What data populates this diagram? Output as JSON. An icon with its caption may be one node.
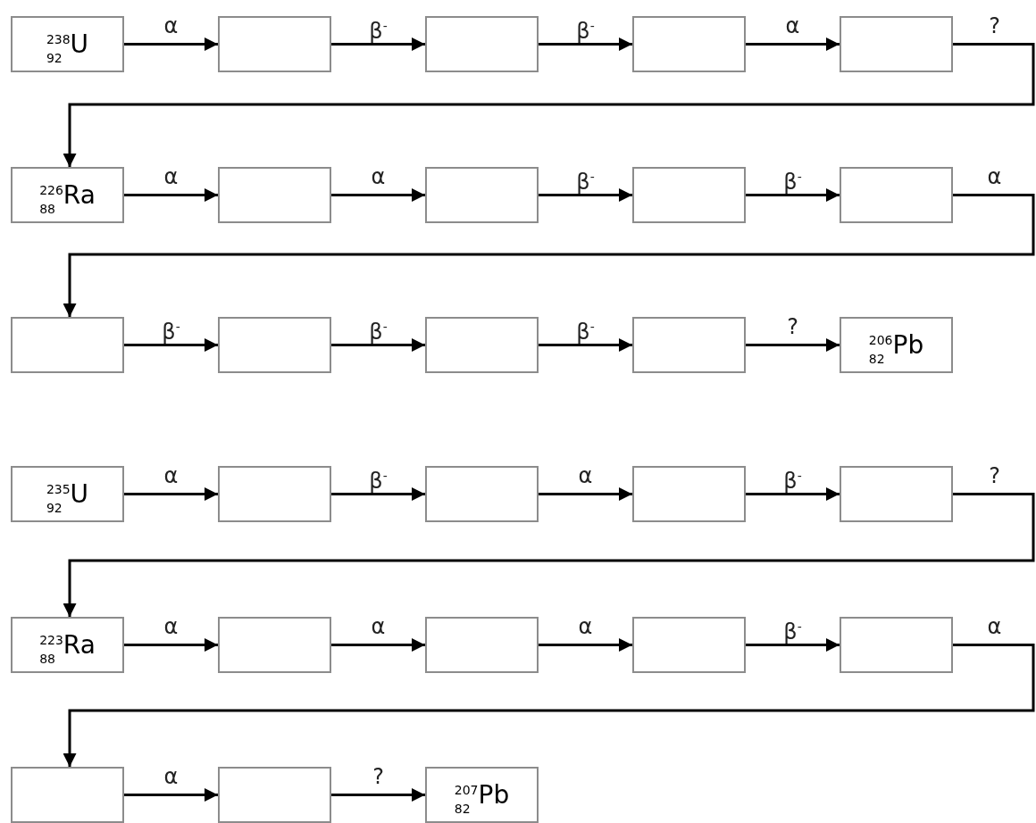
{
  "diagram": {
    "nodes": [
      {
        "text": [
          "$^{238}$$_{92}$U"
        ]
      },
      {
        "text": [],
        "shape": "box"
      },
      {
        "text": [],
        "shape": "box"
      },
      {
        "text": [],
        "shape": "box"
      },
      {
        "text": [],
        "shape": "box"
      },
      {
        "text": [
          "$^{226}$$_{88}$Ra"
        ]
      },
      {
        "text": [],
        "shape": "box"
      },
      {
        "text": [],
        "shape": "box"
      },
      {
        "text": [],
        "shape": "box"
      },
      {
        "text": [],
        "shape": "box"
      },
      {
        "text": [],
        "shape": "box"
      },
      {
        "text": [],
        "shape": "box"
      },
      {
        "text": [],
        "shape": "box"
      },
      {
        "text": [],
        "shape": "box"
      },
      {
        "text": [
          "$^{206}$$_{82}$Pb"
        ]
      },
      {
        "text": [
          "$^{235}$$_{92}$U"
        ]
      },
      {
        "text": [],
        "shape": "box"
      },
      {
        "text": [],
        "shape": "box"
      },
      {
        "text": [],
        "shape": "box"
      },
      {
        "text": [],
        "shape": "box"
      },
      {
        "text": [
          "$^{223}$$_{88}$Ra"
        ]
      },
      {
        "text": [],
        "shape": "box"
      },
      {
        "text": [],
        "shape": "box"
      },
      {
        "text": [],
        "shape": "box"
      },
      {
        "text": [],
        "shape": "box"
      },
      {
        "text": [],
        "shape": "box"
      },
      {
        "text": [],
        "shape": "box"
      },
      {
        "text": [
          "$^{207}$$_{82}$Pb"
        ]
      }
    ],
    "edges": [
      {
        "from": 0,
        "to": 1,
        "arrow": "to",
        "label": "α"
      },
      {
        "from": 1,
        "to": 2,
        "arrow": "to",
        "label": "β$^{-}$"
      },
      {
        "from": 2,
        "to": 3,
        "arrow": "to",
        "label": "β$^{-}$"
      },
      {
        "from": 3,
        "to": 4,
        "arrow": "to",
        "label": "α"
      },
      {
        "from": 4,
        "to": 5,
        "arrow": "to",
        "label": "?"
      },
      {
        "from": 5,
        "to": 6,
        "arrow": "to",
        "label": "α"
      },
      {
        "from": 6,
        "to": 7,
        "arrow": "to",
        "label": "α"
      },
      {
        "from": 7,
        "to": 8,
        "arrow": "to",
        "label": "β$^{-}$"
      },
      {
        "from": 8,
        "to": 9,
        "arrow": "to",
        "label": "β$^{-}$"
      },
      {
        "from": 9,
        "to": 10,
        "arrow": "to",
        "label": "α"
      },
      {
        "from": 10,
        "to": 11,
        "arrow": "to",
        "label": "β$^{-}$"
      },
      {
        "from": 11,
        "to": 12,
        "arrow": "to",
        "label": "β$^{-}$"
      },
      {
        "from": 12,
        "to": 13,
        "arrow": "to",
        "label": "β$^{-}$"
      },
      {
        "from": 13,
        "to": 14,
        "arrow": "to",
        "label": "?"
      },
      {
        "from": 15,
        "to": 16,
        "arrow": "to",
        "label": "α"
      },
      {
        "from": 16,
        "to": 17,
        "arrow": "to",
        "label": "β$^{-}$"
      },
      {
        "from": 17,
        "to": 18,
        "arrow": "to",
        "label": "α"
      },
      {
        "from": 18,
        "to": 19,
        "arrow": "to",
        "label": "β$^{-}$"
      },
      {
        "from": 19,
        "to": 20,
        "arrow": "to",
        "label": "?"
      },
      {
        "from": 20,
        "to": 21,
        "arrow": "to",
        "label": "α"
      },
      {
        "from": 21,
        "to": 22,
        "arrow": "to",
        "label": "α"
      },
      {
        "from": 22,
        "to": 23,
        "arrow": "to",
        "label": "α"
      },
      {
        "from": 23,
        "to": 24,
        "arrow": "to",
        "label": "β$^{-}$"
      },
      {
        "from": 24,
        "to": 25,
        "arrow": "to",
        "label": "α"
      },
      {
        "from": 25,
        "to": 26,
        "arrow": "to",
        "label": "α"
      },
      {
        "from": 26,
        "to": 27,
        "arrow": "to",
        "label": "?"
      }
    ]
  }
}
